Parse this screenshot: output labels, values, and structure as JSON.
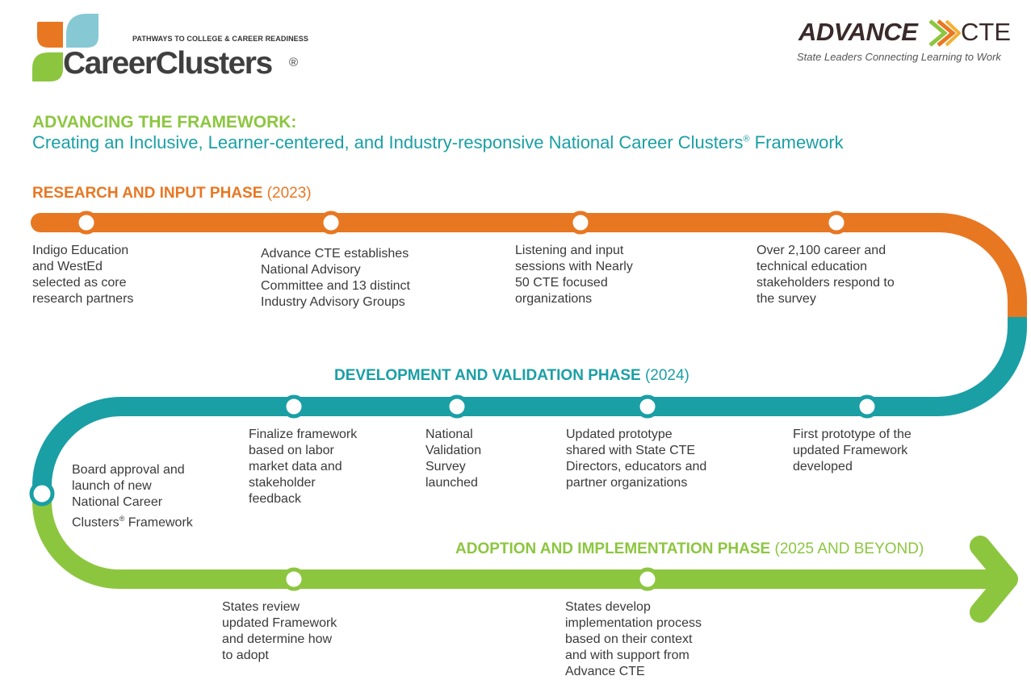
{
  "header": {
    "logo_tagline": "PATHWAYS TO COLLEGE & CAREER READINESS",
    "logo_name": "CareerClusters",
    "logo_reg": "®",
    "partner_word": "ADVANCE",
    "partner_cte": "CTE",
    "partner_tagline": "State Leaders Connecting Learning to Work"
  },
  "titles": {
    "headline": "ADVANCING THE FRAMEWORK:",
    "subhead_main": "Creating an Inclusive, Learner-centered, and Industry-responsive National Career Clusters",
    "subhead_reg": "®",
    "subhead_end": " Framework"
  },
  "phases": [
    {
      "name": "RESEARCH AND INPUT PHASE",
      "year": "(2023)",
      "color": "#e87722"
    },
    {
      "name": "DEVELOPMENT AND VALIDATION PHASE",
      "year": "(2024)",
      "color": "#1a9fa5"
    },
    {
      "name": "ADOPTION AND IMPLEMENTATION PHASE",
      "year": "(2025 AND BEYOND)",
      "color": "#8cc63f"
    }
  ],
  "milestones": {
    "research": [
      {
        "lines": [
          "Indigo Education",
          "and WestEd",
          "selected as core",
          "research partners"
        ]
      },
      {
        "lines": [
          "Advance CTE establishes",
          "National Advisory",
          "Committee and 13 distinct",
          "Industry Advisory Groups"
        ]
      },
      {
        "lines": [
          "Listening and input",
          "sessions with Nearly",
          "50 CTE focused",
          "organizations"
        ]
      },
      {
        "lines": [
          "Over 2,100 career and",
          "technical education",
          "stakeholders respond to",
          "the survey"
        ]
      }
    ],
    "development": [
      {
        "lines": [
          "First prototype of the",
          "updated Framework",
          "developed"
        ]
      },
      {
        "lines": [
          "Updated prototype",
          "shared with State CTE",
          "Directors, educators and",
          "partner organizations"
        ]
      },
      {
        "lines": [
          "National",
          "Validation",
          "Survey",
          "launched"
        ]
      },
      {
        "lines": [
          "Finalize framework",
          "based on labor",
          "market data and",
          "stakeholder",
          "feedback"
        ]
      }
    ],
    "board": {
      "lines": [
        "Board approval and",
        "launch of new",
        "National Career"
      ],
      "last_line": "Clusters",
      "last_reg": "®",
      "last_end": " Framework"
    },
    "adoption": [
      {
        "lines": [
          "States review",
          "updated Framework",
          "and determine how",
          "to adopt"
        ]
      },
      {
        "lines": [
          "States develop",
          "implementation process",
          "based on their context",
          "and with support from",
          "Advance CTE"
        ]
      }
    ]
  },
  "colors": {
    "orange": "#e87722",
    "teal": "#1a9fa5",
    "green": "#8cc63f",
    "logo_blue": "#86c9d4"
  }
}
